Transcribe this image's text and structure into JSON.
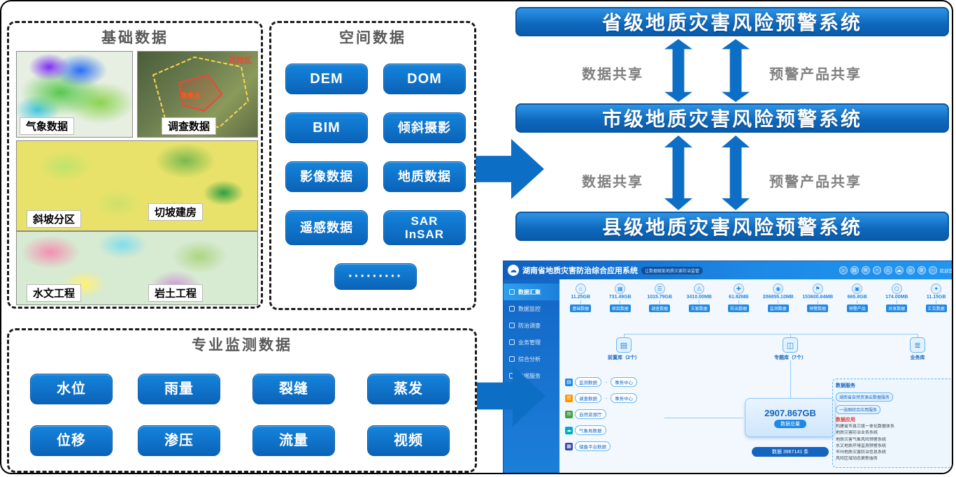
{
  "basic_data": {
    "title": "基础数据",
    "labels": [
      "气象数据",
      "调查数据",
      "斜坡分区",
      "切坡建房",
      "水文工程",
      "岩土工程"
    ],
    "risk_zone_label": "风险区",
    "hazard_label": "隐患点"
  },
  "spatial_data": {
    "title": "空间数据",
    "items": [
      "DEM",
      "DOM",
      "BIM",
      "倾斜摄影",
      "影像数据",
      "地质数据",
      "遥感数据",
      "SAR\nInSAR",
      "·········"
    ]
  },
  "monitoring_data": {
    "title": "专业监测数据",
    "items": [
      "水位",
      "雨量",
      "裂缝",
      "蒸发",
      "位移",
      "渗压",
      "流量",
      "视频"
    ]
  },
  "systems": {
    "provincial": "省级地质灾害风险预警系统",
    "municipal": "市级地质灾害风险预警系统",
    "county": "县级地质灾害风险预警系统",
    "data_share": "数据共享",
    "product_share": "预警产品共享"
  },
  "app": {
    "title": "湖南省地质灾害防治综合应用系统",
    "subtitle": "让数据赋能地质灾害防治监管",
    "welcome": "欢迎您",
    "sidebar": [
      "数据汇聚",
      "数据监控",
      "防治调查",
      "业务管理",
      "综合分析",
      "数据服务"
    ],
    "stats": [
      {
        "value": "11.25GB",
        "label": "基础数据"
      },
      {
        "value": "731.49GB",
        "label": "项目数据"
      },
      {
        "value": "1015.79GB",
        "label": "调查数据"
      },
      {
        "value": "3410.00MB",
        "label": "灾害数据"
      },
      {
        "value": "61.92MB",
        "label": "防治数据"
      },
      {
        "value": "206855.10MB",
        "label": "监测数据"
      },
      {
        "value": "153600.84MB",
        "label": "预警数据"
      },
      {
        "value": "665.8GB",
        "label": "预警产品"
      },
      {
        "value": "174.00MB",
        "label": "共享数据"
      },
      {
        "value": "11.15GB",
        "label": "汇交数据"
      }
    ],
    "databases": [
      "前置库（2个）",
      "专题库（7个）",
      "业务库"
    ],
    "total": {
      "value": "2907.867GB",
      "label": "数据总量",
      "count": "数据 3967141 条"
    },
    "sources": [
      {
        "name": "监测数据",
        "via": "事务中心"
      },
      {
        "name": "调查数据",
        "via": "事务中心"
      },
      {
        "name": "自然资源厅"
      },
      {
        "name": "气象局数据"
      },
      {
        "name": "储备平台数据"
      }
    ],
    "panel": {
      "services_label": "数据服务",
      "services": [
        "湖南省自然资源云数据服务",
        "一张图综合应用服务"
      ],
      "usage_label": "数据应用",
      "usage_items": [
        "构建省市县三级一体化数据体系",
        "地质灾害防治业务系统",
        "地质灾害气象风险预警系统",
        "水文地质环境监测预警系统",
        "市州地质灾害防治信息系统",
        "风险区域动态更新服务"
      ]
    },
    "icons": {
      "logo": "☁",
      "arrow": "→",
      "header": [
        "⌂",
        "▤",
        "✉",
        "◔",
        "⚠",
        "☁",
        "◎",
        "⚙",
        "⋯"
      ],
      "stat": [
        "⌂",
        "▦",
        "☰",
        "⚠",
        "✚",
        "◉",
        "⚑",
        "▣",
        "⬡",
        "✦"
      ],
      "db": [
        "▤",
        "◫",
        "≣"
      ],
      "source": [
        "▤",
        "☰",
        "✉",
        "☁",
        "▦"
      ]
    }
  }
}
